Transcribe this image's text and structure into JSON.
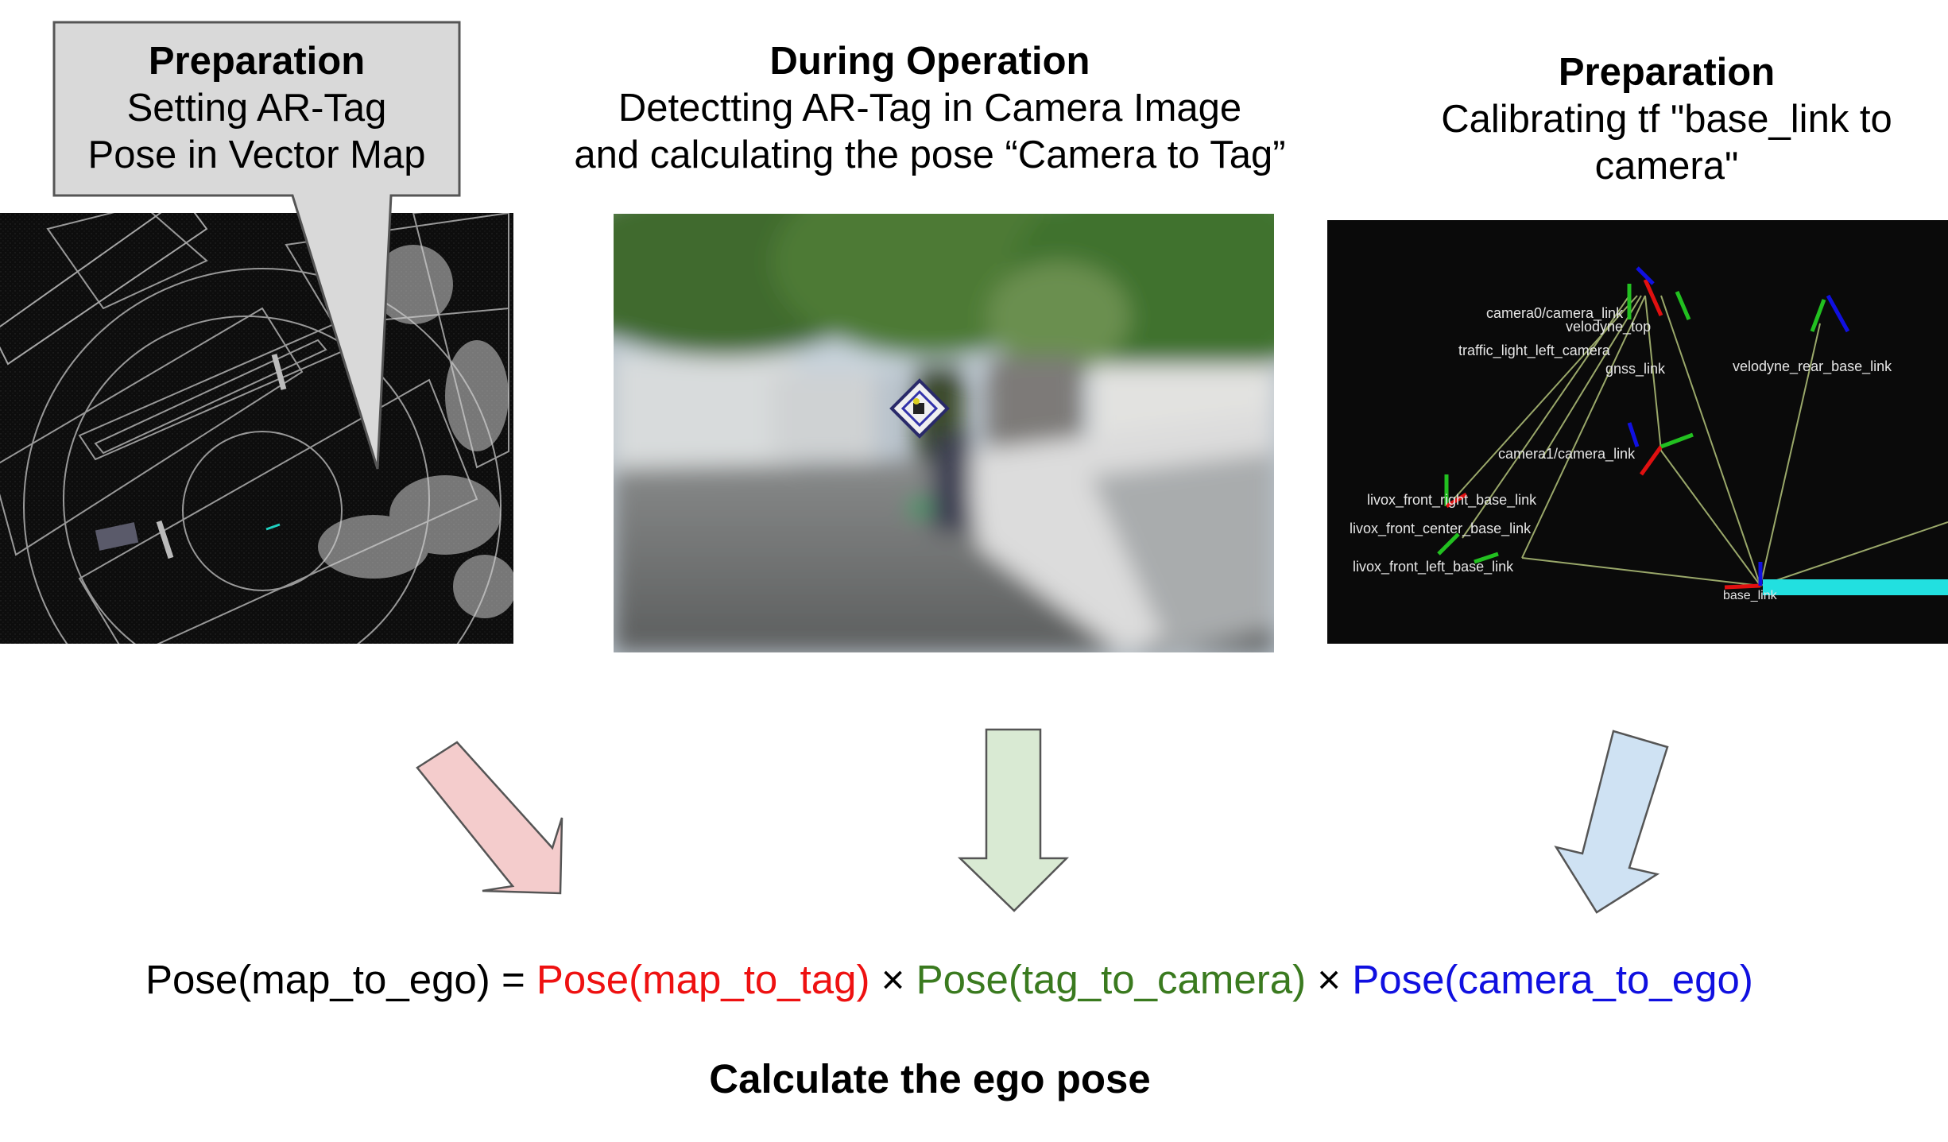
{
  "left": {
    "heading": "Preparation",
    "line1": "Setting AR-Tag",
    "line2": "Pose in Vector Map"
  },
  "center": {
    "heading": "During Operation",
    "line1": "Detectting AR-Tag in Camera Image",
    "line2": "and calculating the pose “Camera to Tag”"
  },
  "right": {
    "heading": "Preparation",
    "line1": "Calibrating tf \"base_link to",
    "line2": "camera\""
  },
  "tf_labels": {
    "l1": "camera0/camera_link",
    "l2": "velodyne_top",
    "l3": "traffic_light_left_camera",
    "l4": "gnss_link",
    "l5": "velodyne_rear_base_link",
    "l6": "camera1/camera_link",
    "l7": "livox_front_right_base_link",
    "l8": "livox_front_center_base_link",
    "l9": "livox_front_left_base_link",
    "l10": "base_link"
  },
  "formula": {
    "lhs": "Pose(map_to_ego) = ",
    "t1": "Pose(map_to_tag)",
    "x1": " × ",
    "t2": "Pose(tag_to_camera)",
    "x2": " × ",
    "t3": "Pose(camera_to_ego)"
  },
  "caption": "Calculate the ego pose",
  "colors": {
    "red": "#ee1111",
    "green": "#3a7a1f",
    "blue": "#1010e0",
    "arrow_red": "#f4cccc",
    "arrow_green": "#d9ead3",
    "arrow_blue": "#cfe2f3",
    "callout": "#d9d9d9"
  }
}
